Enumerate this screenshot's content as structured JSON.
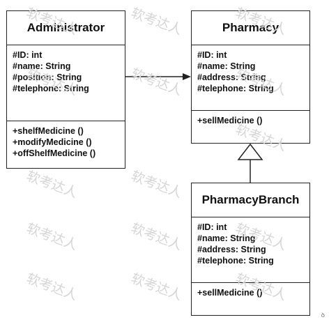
{
  "classes": {
    "administrator": {
      "name": "Administrator",
      "attributes": [
        "#ID: int",
        "#name: String",
        "#position: String",
        "#telephone: String"
      ],
      "operations": [
        "+shelfMedicine ()",
        "+modifyMedicine ()",
        "+offShelfMedicine ()"
      ]
    },
    "pharmacy": {
      "name": "Pharmacy",
      "attributes": [
        "#ID: int",
        "#name: String",
        "#address: String",
        "#telephone: String"
      ],
      "operations": [
        "+sellMedicine ()"
      ]
    },
    "pharmacy_branch": {
      "name": "PharmacyBranch",
      "attributes": [
        "#ID: int",
        "#name: String",
        "#address: String",
        "#telephone: String"
      ],
      "operations": [
        "+sellMedicine ()"
      ]
    }
  },
  "watermark": "软考达人",
  "corner_mark": "ꝺ"
}
